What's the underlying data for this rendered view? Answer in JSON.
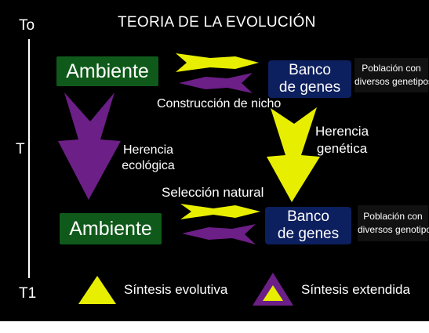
{
  "title": "TEORIA DE LA EVOLUCIÓN",
  "timeline": {
    "start": "To",
    "middle": "T",
    "end": "T1"
  },
  "top": {
    "ambiente": "Ambiente",
    "banco_line1": "Banco",
    "banco_line2": "de genes",
    "poblacion_line1": "Población con",
    "poblacion_line2": "diversos genetipos"
  },
  "bottom": {
    "ambiente": "Ambiente",
    "banco_line1": "Banco",
    "banco_line2": "de genes",
    "poblacion_line1": "Población con",
    "poblacion_line2": "diversos genotipos"
  },
  "labels": {
    "construccion_nicho": "Construcción de nicho",
    "herencia_genetica_line1": "Herencia",
    "herencia_genetica_line2": "genética",
    "herencia_ecologica_line1": "Herencia",
    "herencia_ecologica_line2": "ecológica",
    "seleccion_natural": "Selección natural"
  },
  "legend": {
    "sintesis_evolutiva": "Síntesis evolutiva",
    "sintesis_extendida": "Síntesis extendida"
  },
  "colors": {
    "yellow": "#e8ee00",
    "purple": "#6c1f86",
    "green_box": "#0f5a1a",
    "blue_box": "#0c1f5e",
    "background": "#000000"
  }
}
